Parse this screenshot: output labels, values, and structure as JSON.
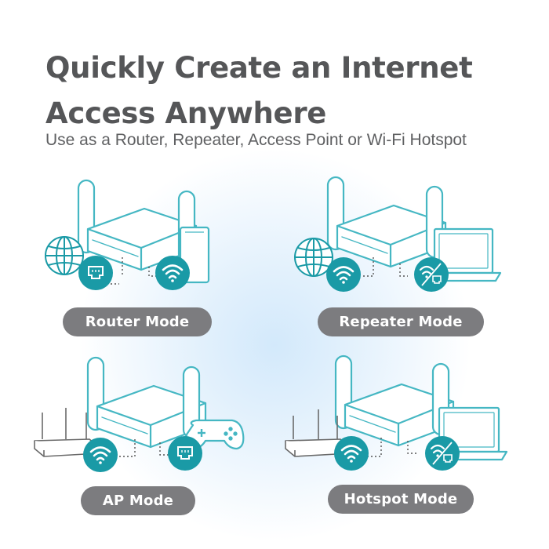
{
  "header": {
    "title_line1": "Quickly Create an Internet",
    "title_line2": "Access Anywhere",
    "subtitle": "Use as a Router, Repeater, Access Point or Wi-Fi Hotspot"
  },
  "modes": [
    {
      "label": "Router Mode",
      "left_port": "ethernet-icon",
      "right_port": "wifi-icon",
      "peripheral": "tablet-icon",
      "source": "globe-icon"
    },
    {
      "label": "Repeater Mode",
      "left_port": "wifi-icon",
      "right_port": "wifi-ethernet-icon",
      "peripheral": "laptop-icon",
      "source": "globe-icon"
    },
    {
      "label": "AP Mode",
      "left_port": "wifi-icon",
      "right_port": "ethernet-icon",
      "peripheral": "gamepad-icon",
      "source": "router-icon"
    },
    {
      "label": "Hotspot Mode",
      "left_port": "wifi-icon",
      "right_port": "wifi-ethernet-icon",
      "peripheral": "laptop-icon",
      "source": "router-icon"
    }
  ],
  "colors": {
    "accent_teal": "#1a9aa6",
    "line_teal": "#45b7c3",
    "pill_gray": "#7c7c7f",
    "title_gray": "#555658",
    "glow_blue": "#dcefff"
  }
}
